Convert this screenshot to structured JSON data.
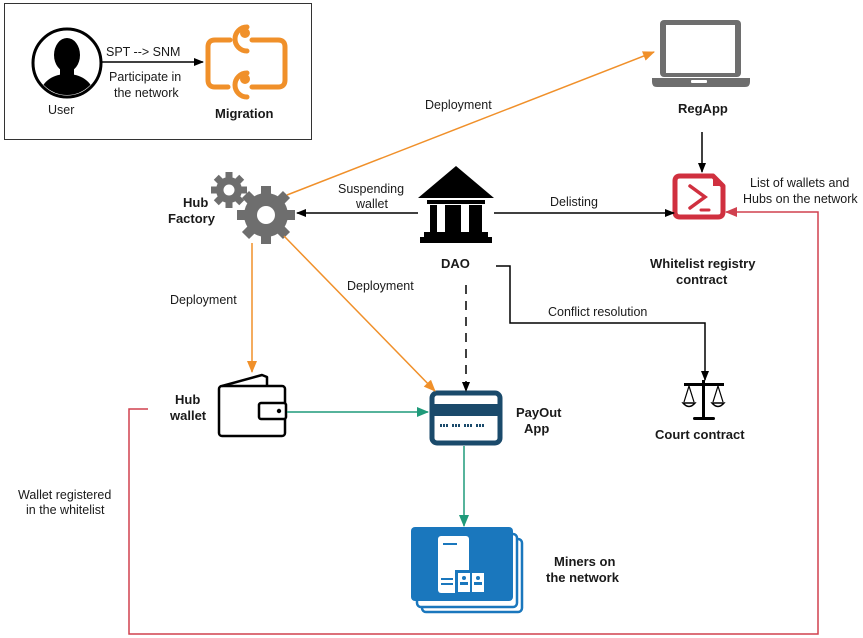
{
  "colors": {
    "deployment": "#f0902a",
    "control": "#000000",
    "payment": "#1f9a7a",
    "whitelist": "#d0414f",
    "gear": "#6e6e6e",
    "laptop": "#6e6e6e",
    "payout_card": "#1a4a6b",
    "miners": "#1a77bd",
    "contract": "#d0303f"
  },
  "legend": {
    "user_label": "User",
    "arrow_label_top": "SPT --> SNM",
    "arrow_label_bottom": "Participate in the network",
    "arrow_label_bottom_line1": "Participate in",
    "arrow_label_bottom_line2": "the network",
    "migration_label": "Migration"
  },
  "nodes": {
    "regapp": {
      "label": "RegApp",
      "icon": "laptop-icon"
    },
    "hub_factory": {
      "label_line1": "Hub",
      "label_line2": "Factory",
      "icon": "gears-icon"
    },
    "dao": {
      "label": "DAO",
      "icon": "bank-icon"
    },
    "whitelist": {
      "label_line1": "Whitelist registry",
      "label_line2": "contract",
      "icon": "contract-terminal-icon"
    },
    "hub_wallet": {
      "label_line1": "Hub",
      "label_line2": "wallet",
      "icon": "wallet-icon"
    },
    "payout": {
      "label_line1": "PayOut",
      "label_line2": "App",
      "icon": "credit-card-icon"
    },
    "court": {
      "label": "Court contract",
      "icon": "scales-icon"
    },
    "miners": {
      "label_line1": "Miners on",
      "label_line2": "the network",
      "icon": "servers-icon"
    }
  },
  "edges": {
    "factory_to_regapp": "Deployment",
    "dao_to_factory_line1": "Suspending",
    "dao_to_factory_line2": "wallet",
    "dao_to_whitelist": "Delisting",
    "factory_to_wallet": "Deployment",
    "factory_to_payout": "Deployment",
    "dao_to_court": "Conflict resolution",
    "whitelist_list_line1": "List of wallets and",
    "whitelist_list_line2": "Hubs on the network",
    "wallet_registered_line1": "Wallet registered",
    "wallet_registered_line2": "in the whitelist"
  }
}
